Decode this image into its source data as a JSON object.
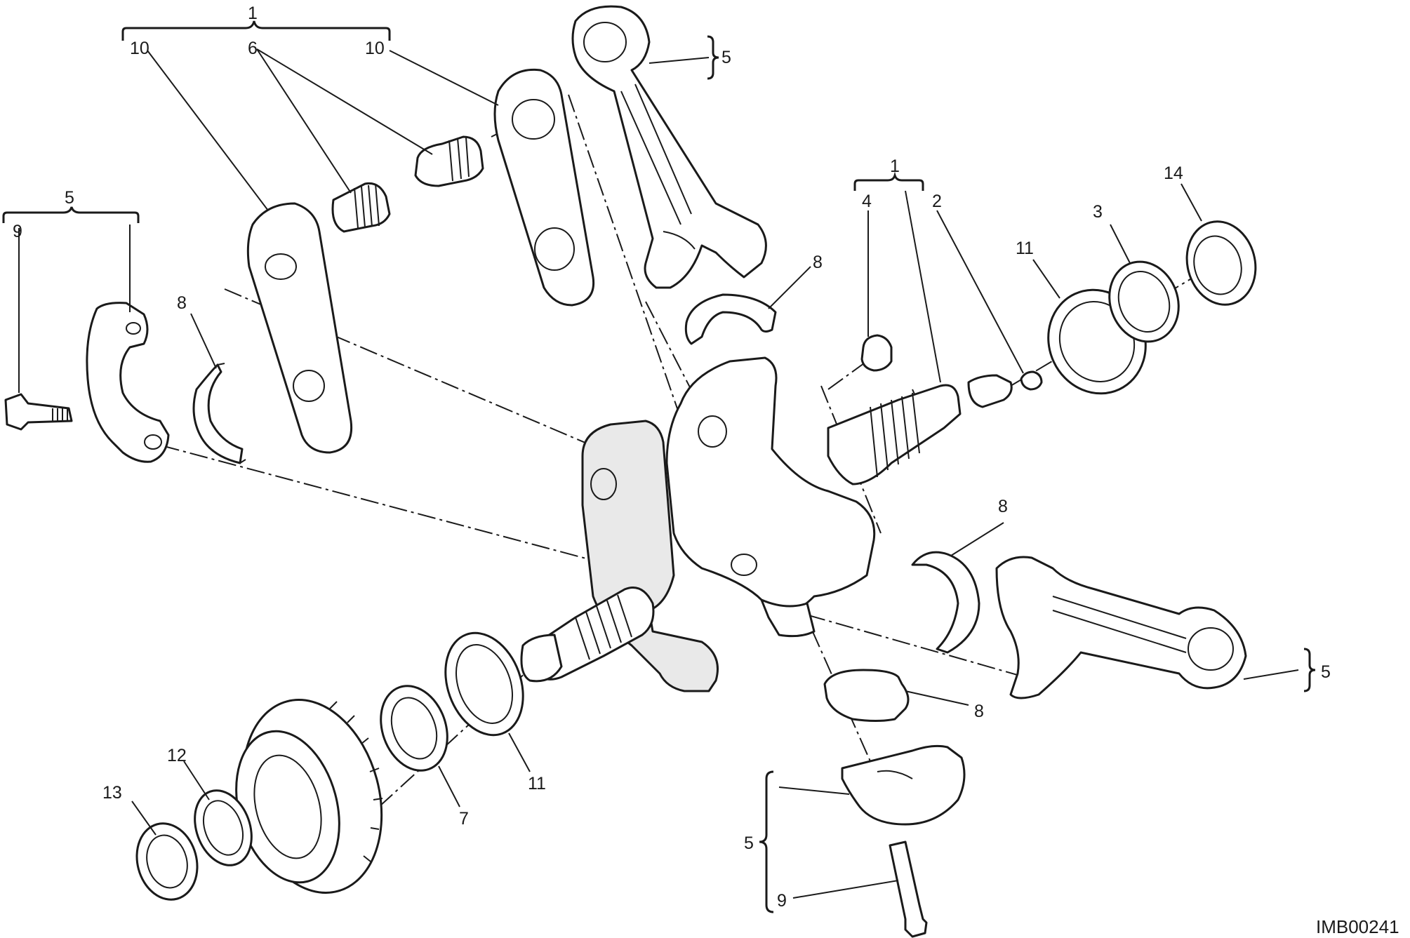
{
  "diagram": {
    "reference_code": "IMB00241",
    "callouts": {
      "c1a": "1",
      "c10a": "10",
      "c6": "6",
      "c10b": "10",
      "c5a": "5",
      "c5b": "5",
      "c9a": "9",
      "c8a": "8",
      "c1b": "1",
      "c4": "4",
      "c2": "2",
      "c14": "14",
      "c3": "3",
      "c11a": "11",
      "c8b": "8",
      "c8c": "8",
      "c5c": "5",
      "c8d": "8",
      "c11b": "11",
      "c7": "7",
      "c12": "12",
      "c13": "13",
      "c5d": "5",
      "c9b": "9"
    }
  }
}
